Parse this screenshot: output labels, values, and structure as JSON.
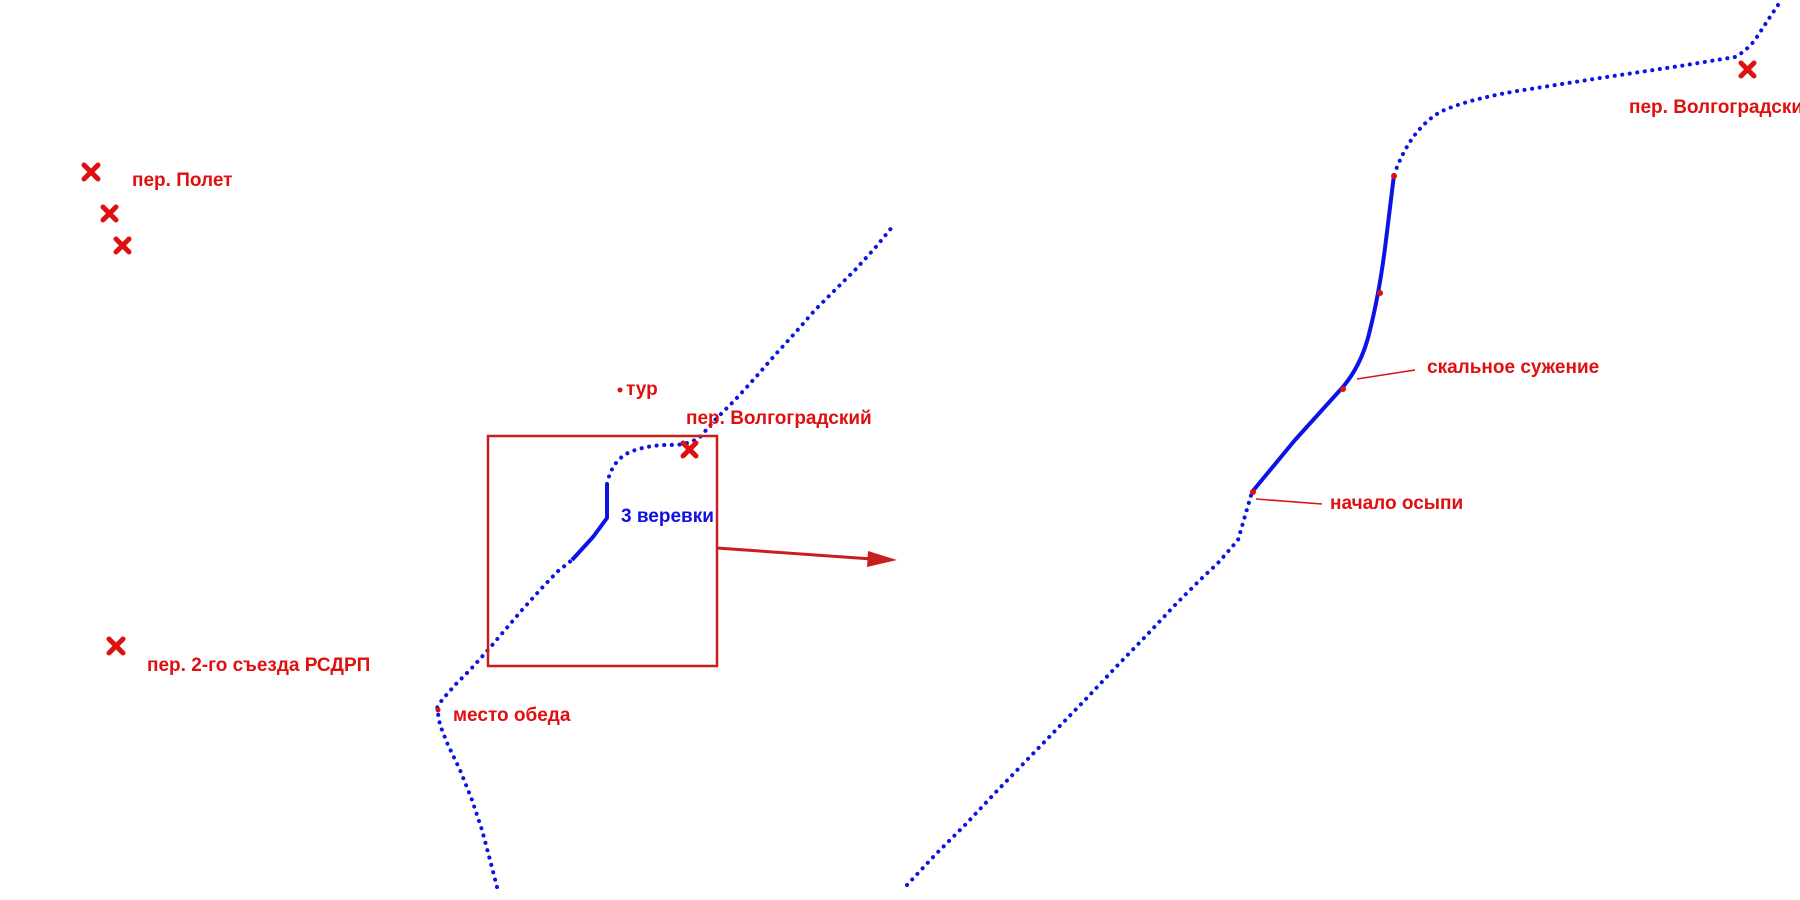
{
  "colors": {
    "route": "#0a14e6",
    "marker": "#e01010",
    "frame": "#c81e1e",
    "label_red": "#e01010",
    "label_blue": "#1010e0"
  },
  "icons": {
    "pass_marker": "red-cross-icon",
    "waypoint": "red-dot-icon"
  },
  "labels": {
    "pass_polet": "пер. Полет",
    "pass_2nd_congress": "пер. 2-го съезда РСДРП",
    "tur": "тур",
    "pass_volgogradsky_overview": "пер. Волгоградский",
    "three_ropes": "3 веревки",
    "lunch_place": "место обеда",
    "rock_narrowing": "скальное сужение",
    "scree_start": "начало осыпи",
    "pass_volgogradsky_detail": "пер. Волгоградски"
  }
}
